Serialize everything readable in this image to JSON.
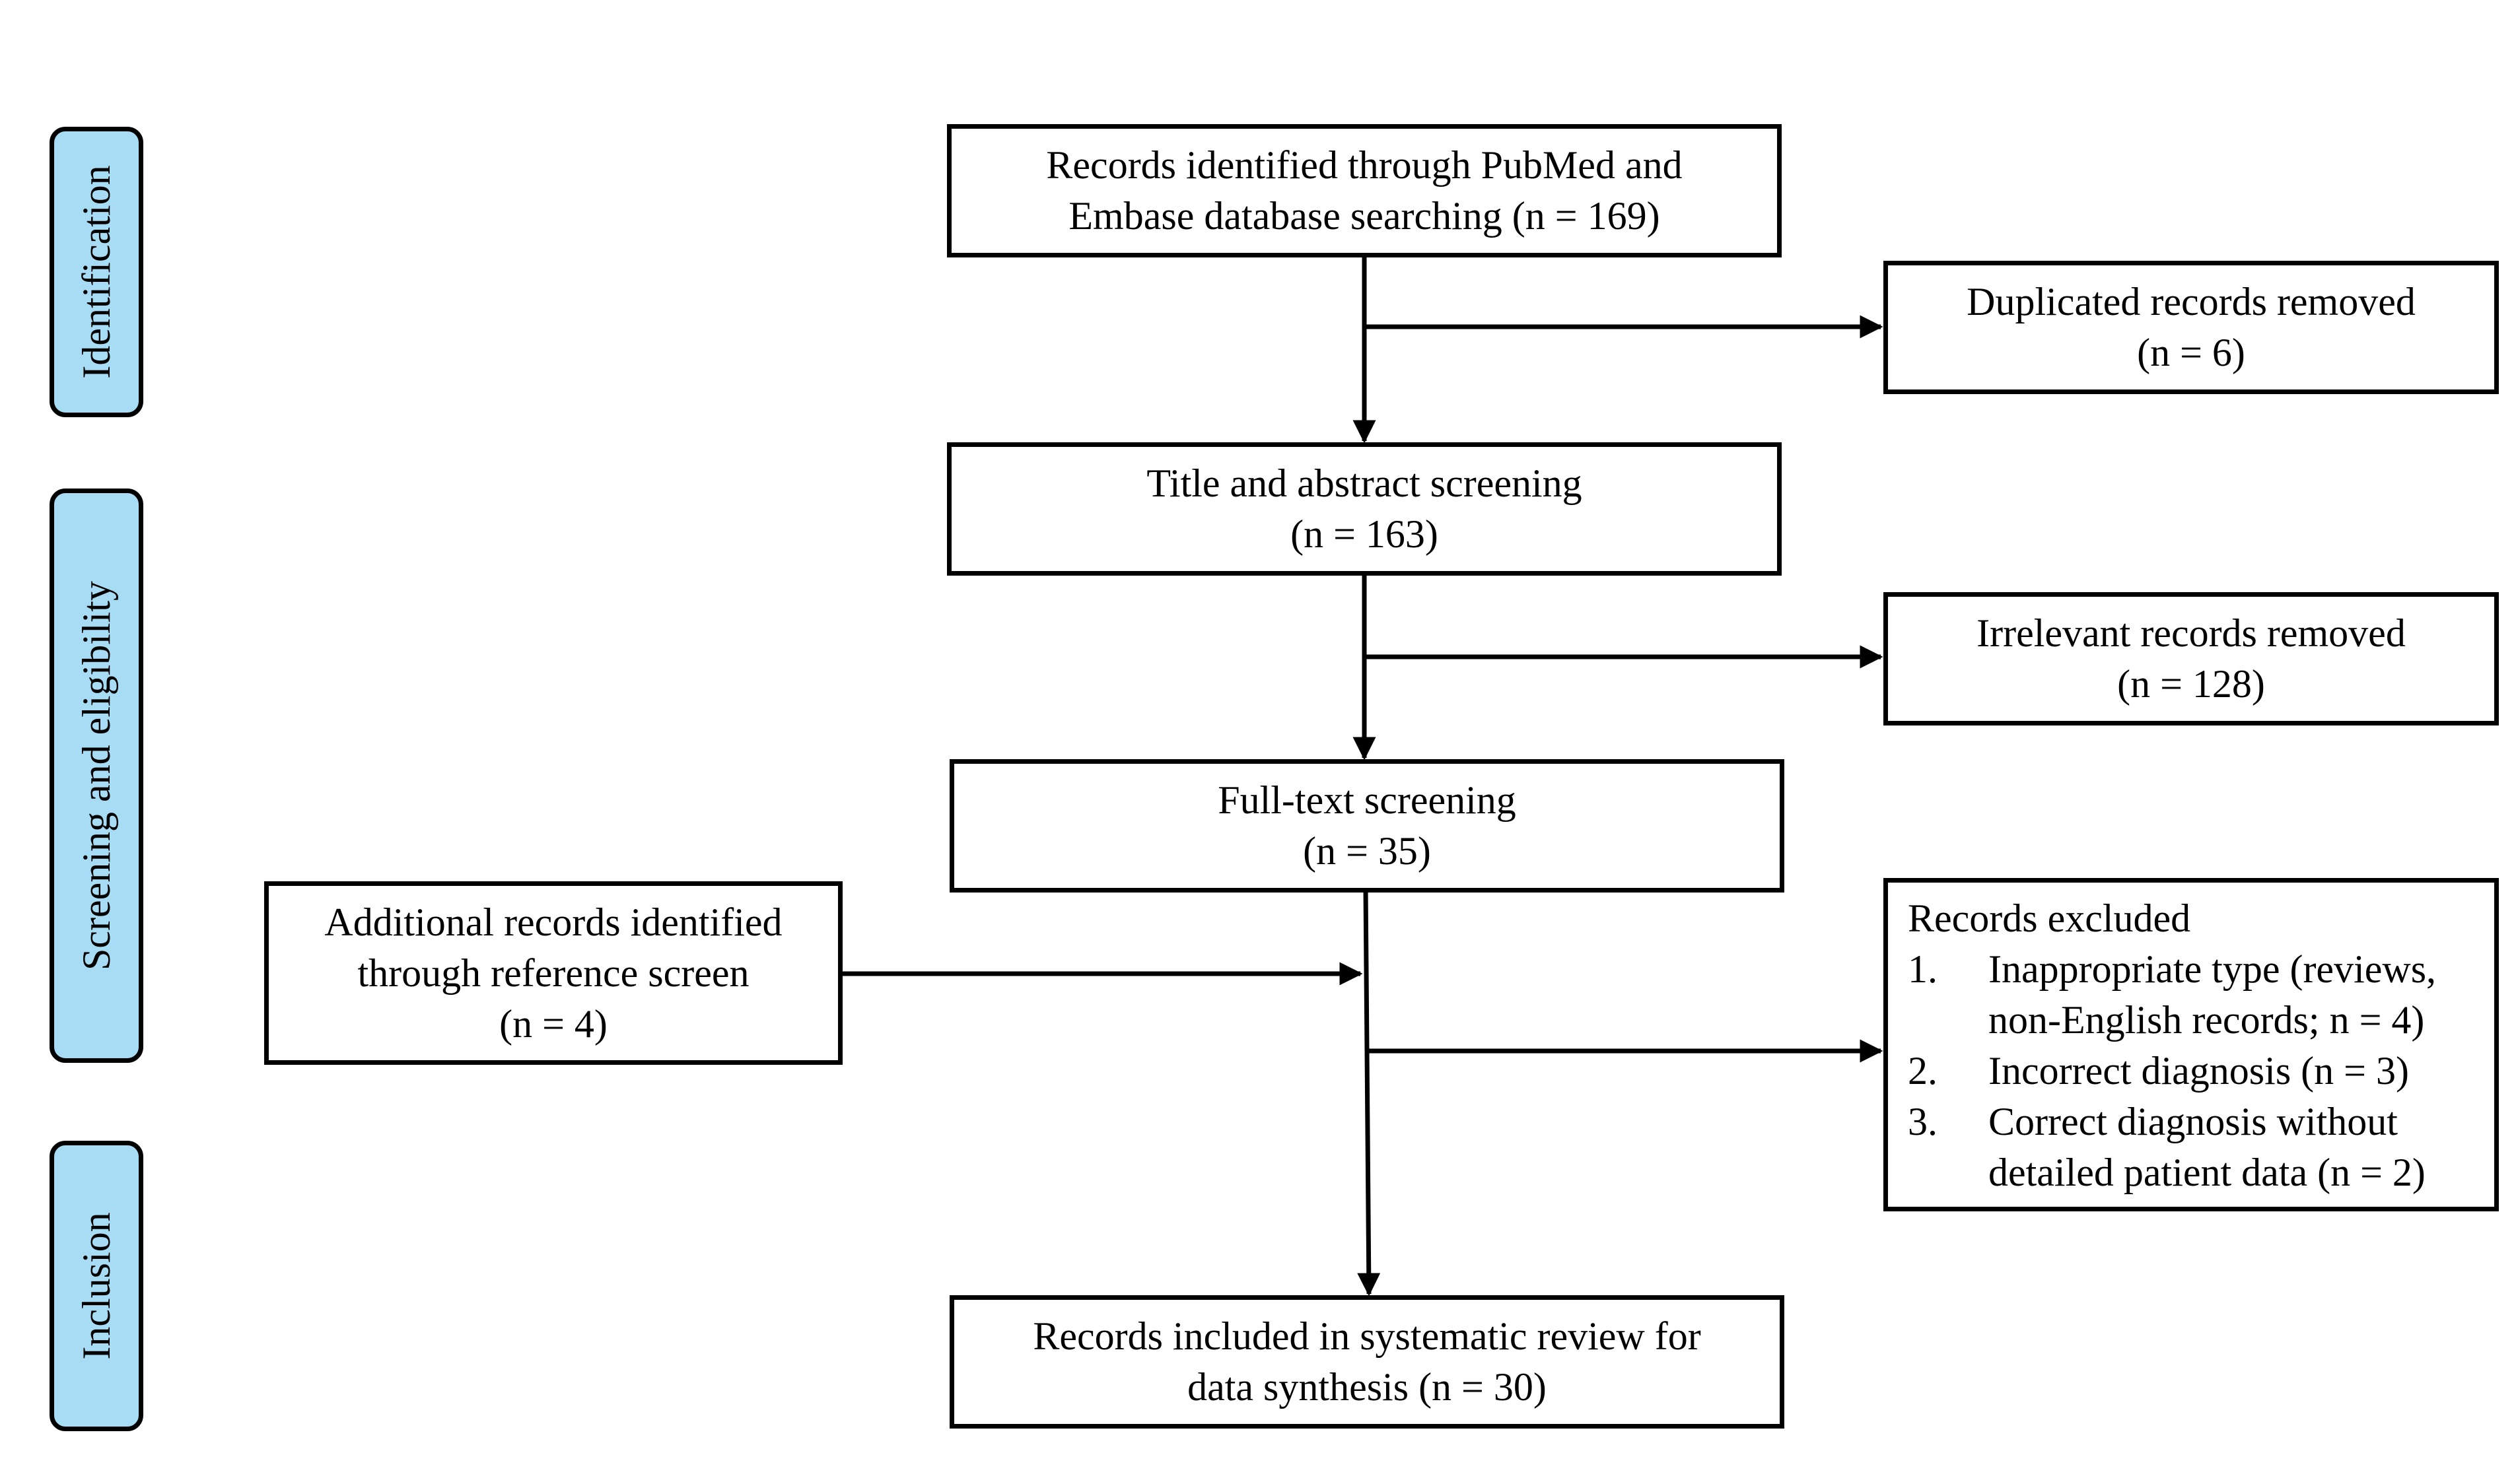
{
  "stages": {
    "identification": "Identification",
    "screening": "Screening and eligibility",
    "inclusion": "Inclusion"
  },
  "boxes": {
    "identified": [
      "Records identified through PubMed and",
      "Embase database searching (n = 169)"
    ],
    "duplicates": [
      "Duplicated records removed",
      "(n = 6)"
    ],
    "title_abstract": [
      "Title and abstract screening",
      "(n = 163)"
    ],
    "irrelevant": [
      "Irrelevant records removed",
      "(n = 128)"
    ],
    "full_text": [
      "Full-text screening",
      "(n = 35)"
    ],
    "additional": [
      "Additional records identified",
      "through reference screen",
      "(n = 4)"
    ],
    "included": [
      "Records included in systematic review for",
      "data synthesis (n = 30)"
    ]
  },
  "excluded": {
    "title": "Records excluded",
    "items": [
      {
        "num": "1.",
        "lines": [
          "Inappropriate type (reviews,",
          "non-English records; n = 4)"
        ]
      },
      {
        "num": "2.",
        "lines": [
          "Incorrect diagnosis (n = 3)"
        ]
      },
      {
        "num": "3.",
        "lines": [
          "Correct diagnosis without",
          "detailed patient data (n = 2)"
        ]
      }
    ]
  }
}
